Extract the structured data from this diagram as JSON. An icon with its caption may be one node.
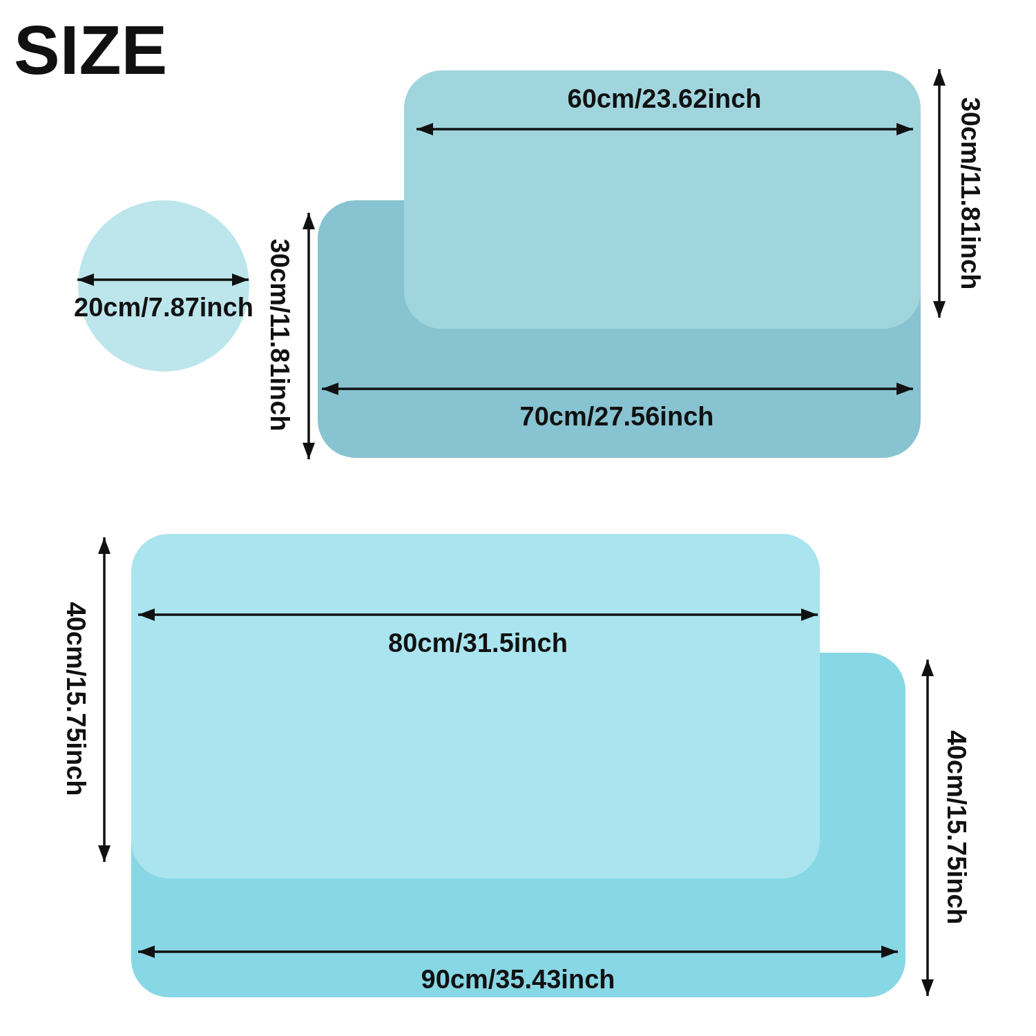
{
  "diagram": {
    "title": "SIZE",
    "nodes": [
      {
        "text": [
          "20cm/7.87inch"
        ]
      },
      {
        "text": [
          "60cm/23.62inch"
        ],
        "beside": [
          "30cm/11.81inch"
        ]
      },
      {
        "text": [
          "70cm/27.56inch"
        ],
        "beside": [
          "30cm/11.81inch"
        ]
      },
      {
        "text": [
          "80cm/31.5inch"
        ],
        "beside": [
          "40cm/15.75inch"
        ]
      },
      {
        "text": [
          "90cm/35.43inch"
        ],
        "beside": [
          "40cm/15.75inch"
        ]
      }
    ]
  }
}
